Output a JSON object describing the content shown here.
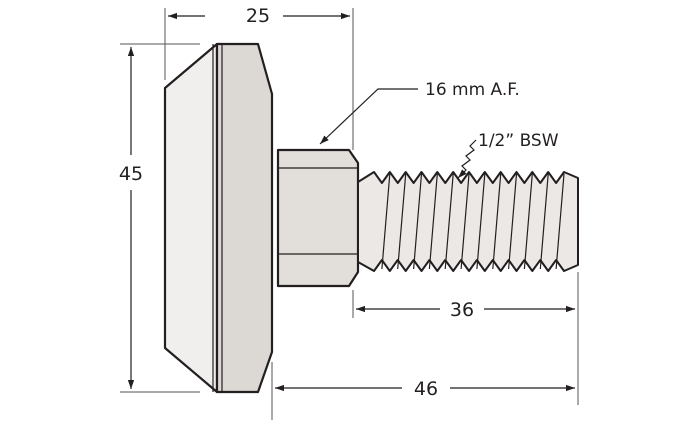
{
  "dimensions": {
    "knob_width": "25",
    "knob_diameter": "45",
    "thread_length": "36",
    "overall_length": "46"
  },
  "callouts": {
    "hex_size": "16 mm A.F.",
    "thread_spec": "1/2” BSW"
  },
  "colors": {
    "line": "#231f20",
    "fill_light": "#f1efed",
    "fill_shade": "#dcd8d4"
  },
  "thread": {
    "crest_count": 12
  }
}
